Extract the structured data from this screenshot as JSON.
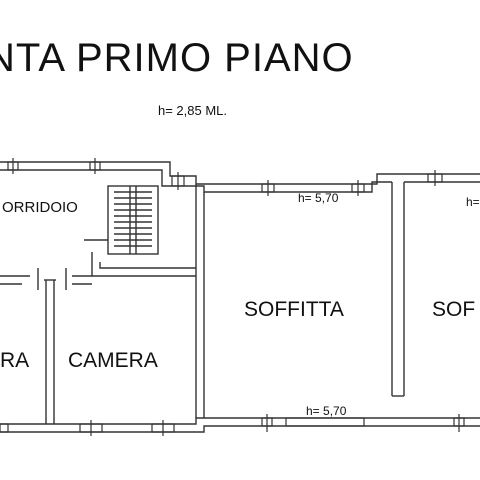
{
  "plan": {
    "title": "NTA PRIMO PIANO",
    "height_note": "h= 2,85 ML.",
    "rooms": {
      "corridor": "ORRIDOIO",
      "room_left_cut": "RA",
      "camera": "CAMERA",
      "attic_1": "SOFFITTA",
      "attic_2_cut": "SOF"
    },
    "heights": {
      "attic_1_top": "h= 5,70",
      "attic_1_bottom": "h= 5,70",
      "attic_2_top_cut": "h="
    }
  }
}
